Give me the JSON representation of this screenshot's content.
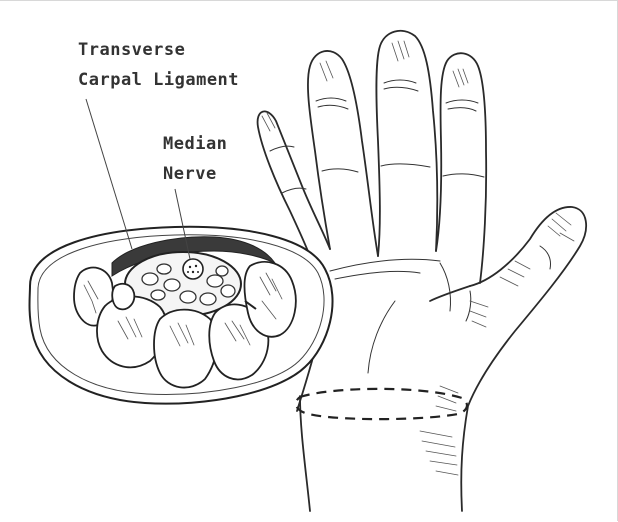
{
  "labels": {
    "ligament": [
      "Transverse",
      "Carpal Ligament"
    ],
    "nerve": [
      "Median",
      "Nerve"
    ]
  },
  "colors": {
    "ink": "#2a2a2a",
    "label_text": "#333333",
    "background": "#ffffff"
  }
}
